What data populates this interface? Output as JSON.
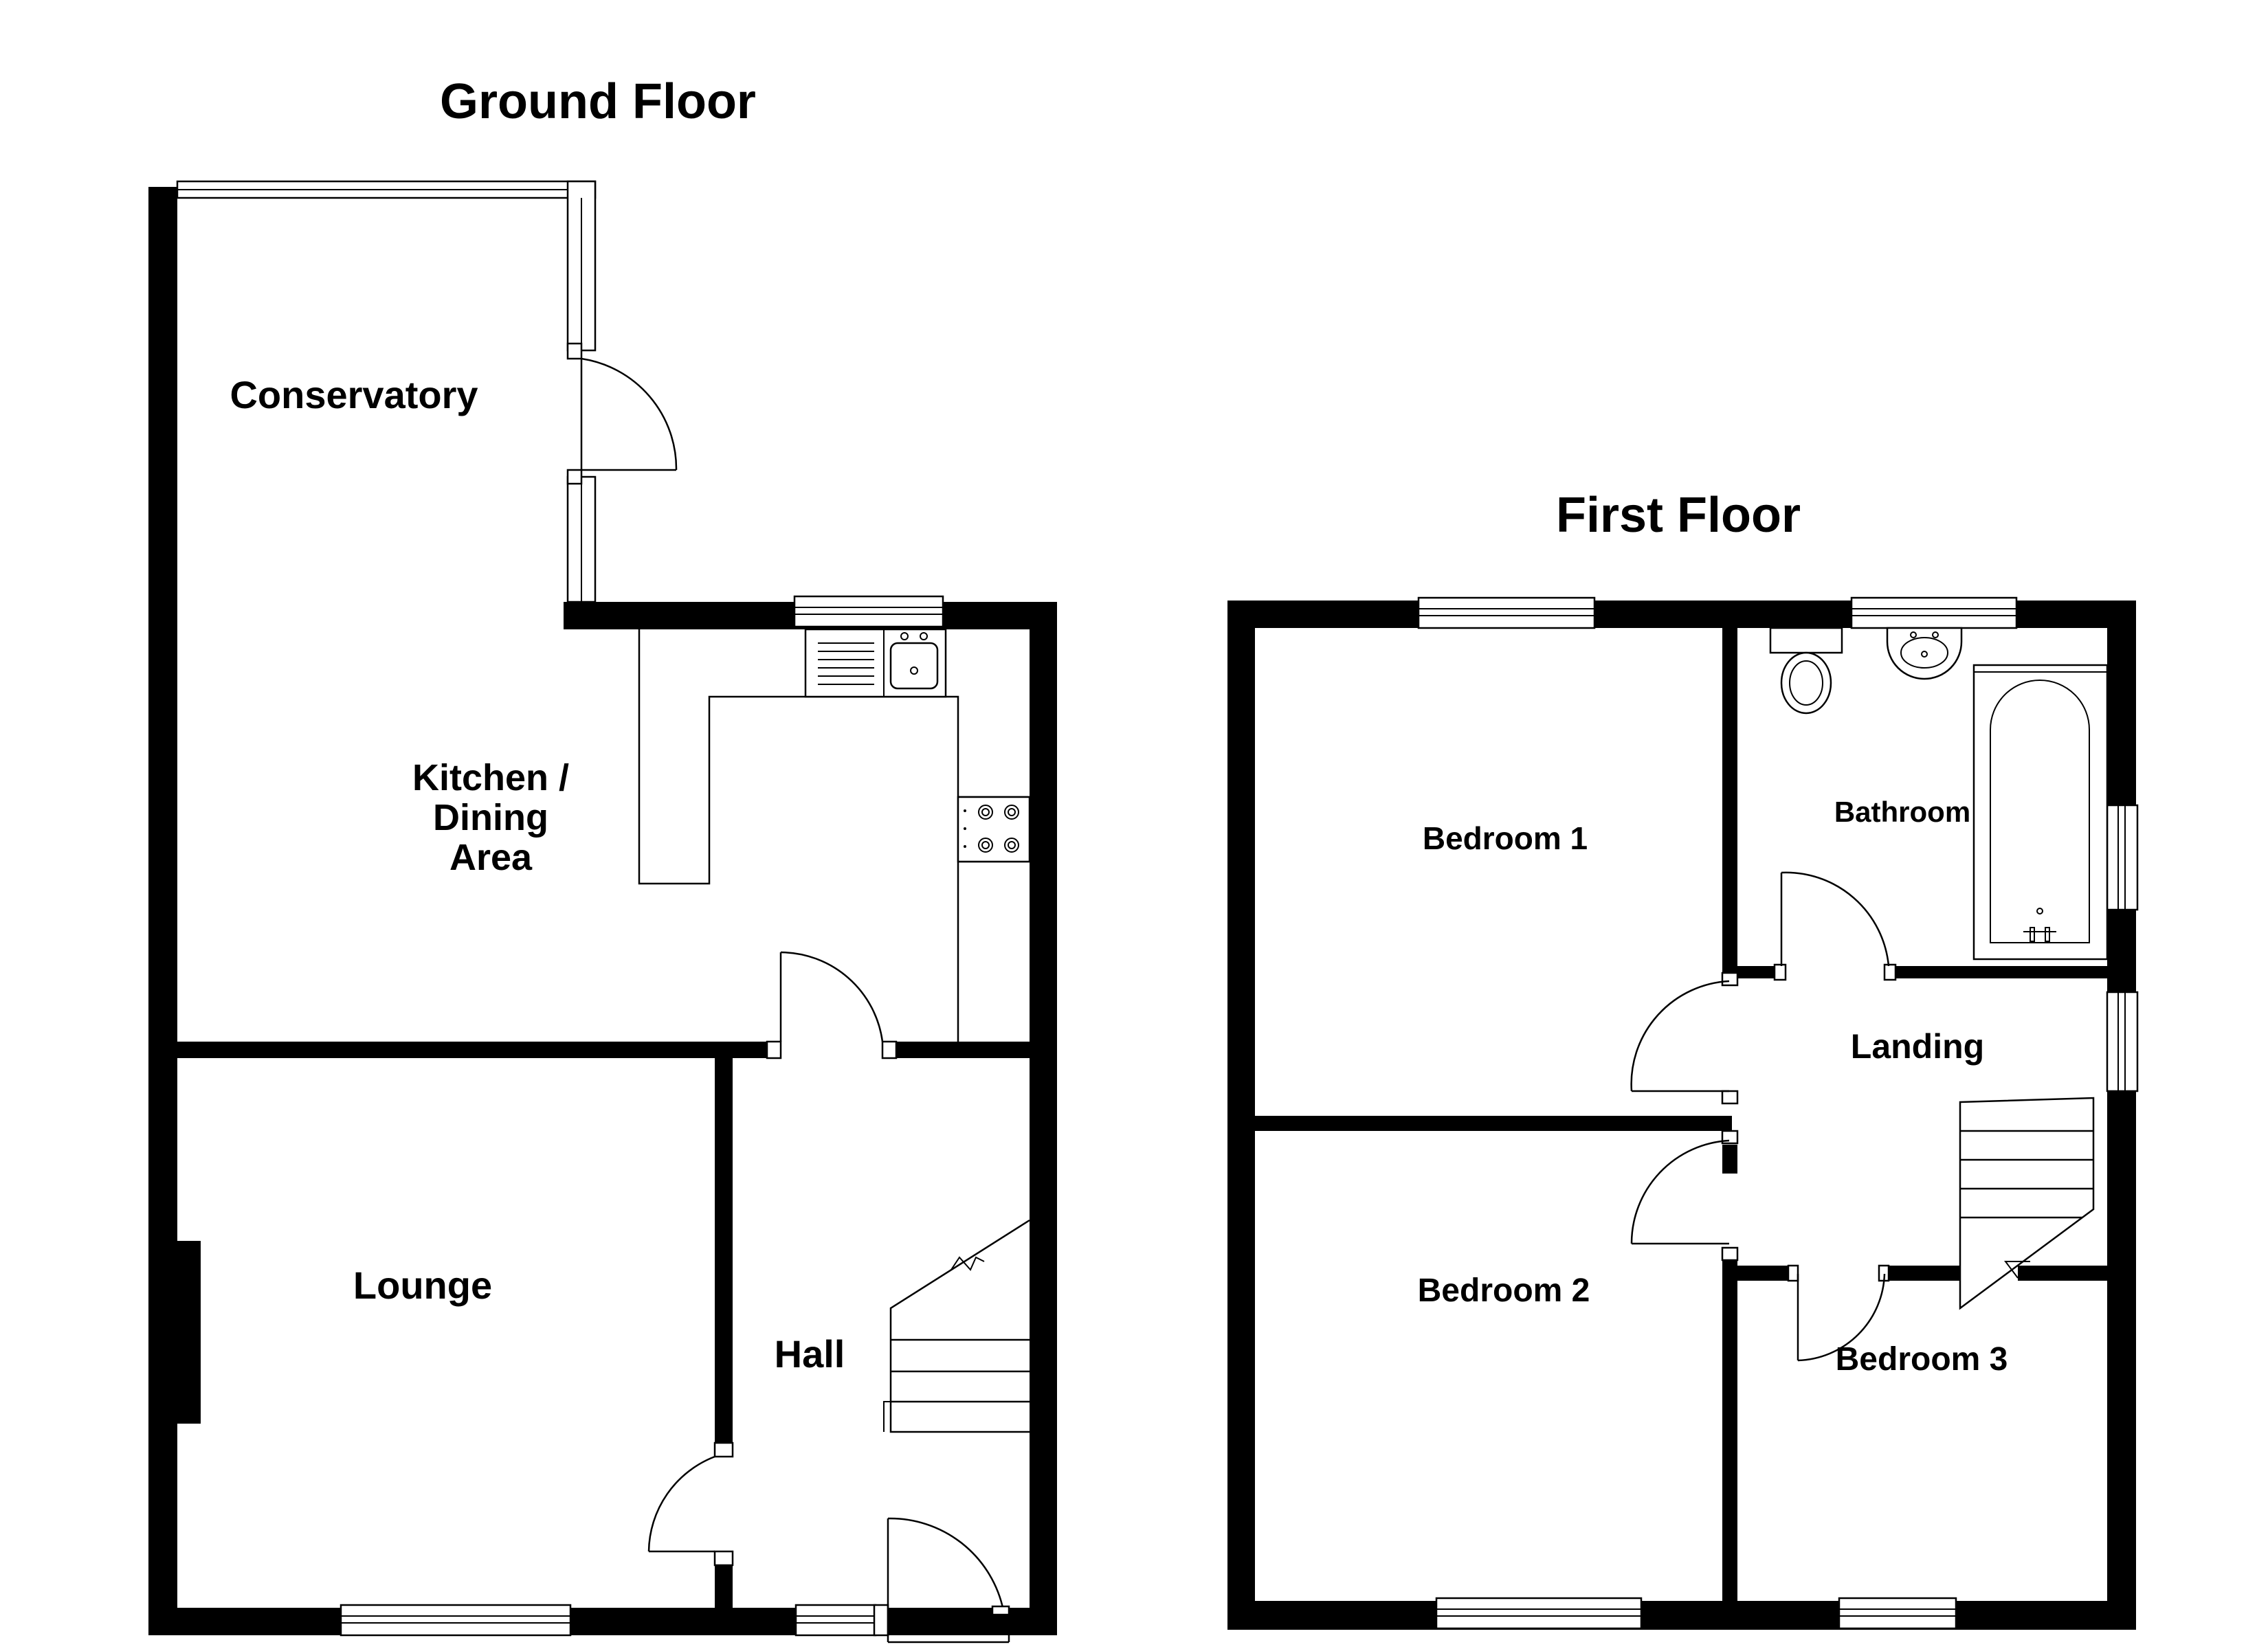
{
  "ground_floor": {
    "title": "Ground Floor",
    "rooms": {
      "conservatory": "Conservatory",
      "kitchen_line1": "Kitchen /",
      "kitchen_line2": "Dining",
      "kitchen_line3": "Area",
      "lounge": "Lounge",
      "hall": "Hall"
    }
  },
  "first_floor": {
    "title": "First Floor",
    "rooms": {
      "bedroom1": "Bedroom 1",
      "bedroom2": "Bedroom 2",
      "bedroom3": "Bedroom 3",
      "bathroom": "Bathroom",
      "landing": "Landing"
    }
  }
}
